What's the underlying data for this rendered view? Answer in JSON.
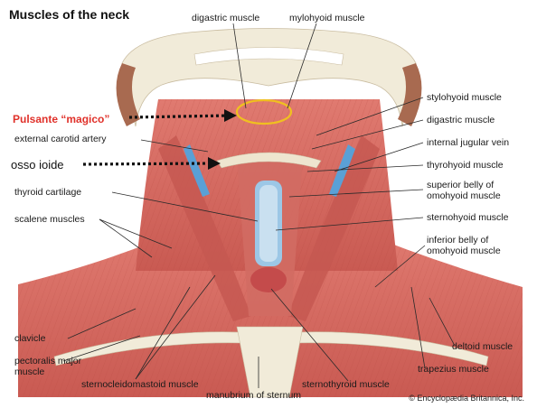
{
  "title": "Muscles of the neck",
  "annotations": {
    "pulsante": "Pulsante “magico”",
    "osso_ioide": "osso ioide"
  },
  "labels": {
    "digastric_top": "digastric muscle",
    "mylohyoid": "mylohyoid muscle",
    "stylohyoid": "stylohyoid muscle",
    "digastric_right": "digastric muscle",
    "internal_jugular": "internal jugular vein",
    "thyrohyoid": "thyrohyoid muscle",
    "superior_omohyoid_1": "superior belly of",
    "superior_omohyoid_2": "omohyoid muscle",
    "sternohyoid": "sternohyoid muscle",
    "inferior_omohyoid_1": "inferior belly of",
    "inferior_omohyoid_2": "omohyoid muscle",
    "deltoid": "deltoid muscle",
    "trapezius": "trapezius muscle",
    "external_carotid": "external carotid artery",
    "thyroid_cartilage": "thyroid cartilage",
    "scalene": "scalene muscles",
    "clavicle": "clavicle",
    "pectoralis_1": "pectoralis major",
    "pectoralis_2": "muscle",
    "sternocleidomastoid": "sternocleidomastoid muscle",
    "manubrium": "manubrium of sternum",
    "sternothyroid": "sternothyroid muscle"
  },
  "copyright": "© Encyclopædia Britannica, Inc.",
  "colors": {
    "muscle": "#d9675e",
    "muscle_dark": "#b54a43",
    "bone": "#f1ebd9",
    "vessel": "#5aa0d6",
    "leader": "#2a2a2a",
    "annotation_red": "#e0312a",
    "hyoid_ring": "#f0c020"
  }
}
